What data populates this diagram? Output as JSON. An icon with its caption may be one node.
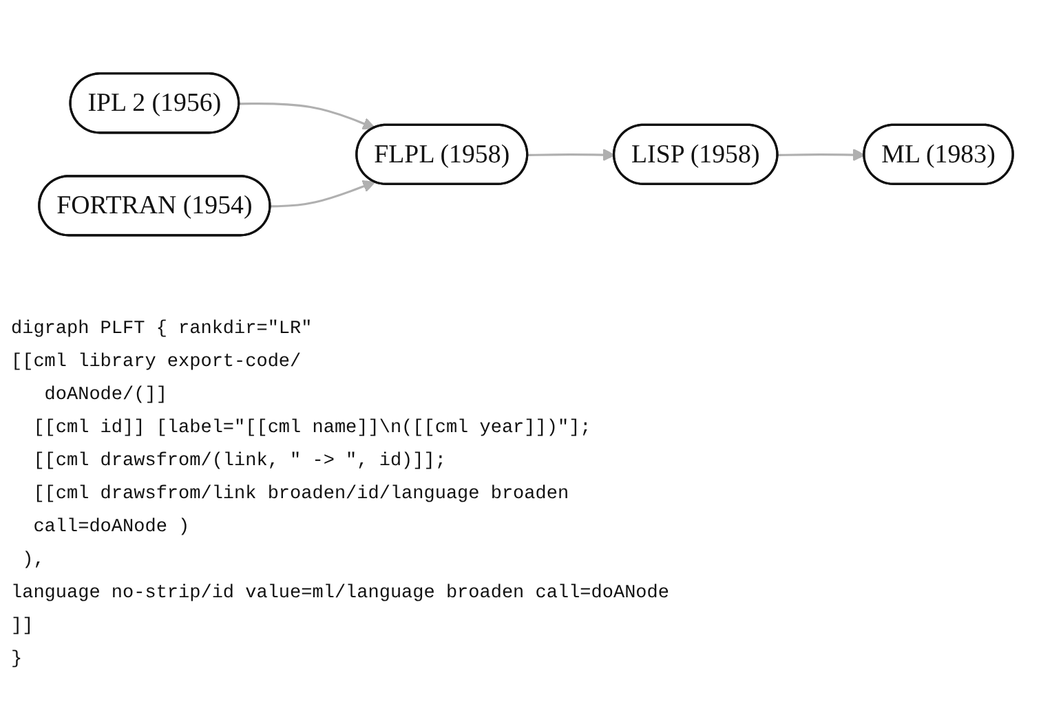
{
  "diagram": {
    "nodes": [
      {
        "text": [
          "IPL 2 (1956)"
        ]
      },
      {
        "text": [
          "FORTRAN (1954)"
        ]
      },
      {
        "text": [
          "FLPL (1958)"
        ]
      },
      {
        "text": [
          "LISP (1958)"
        ]
      },
      {
        "text": [
          "ML (1983)"
        ]
      }
    ],
    "edges": [
      {
        "from": 0,
        "to": 2,
        "arrow": "to"
      },
      {
        "from": 1,
        "to": 2,
        "arrow": "to"
      },
      {
        "from": 2,
        "to": 3,
        "arrow": "to"
      },
      {
        "from": 3,
        "to": 4,
        "arrow": "to"
      }
    ],
    "labels": [
      "digraph PLFT { rankdir=\"LR\"",
      "[[cml library export-code/",
      "   doANode/(]]",
      "  [[cml id]] [label=\"[[cml name]]\\n([[cml year]])\"];",
      "  [[cml drawsfrom/(link, \" -> \", id)]];",
      "  [[cml drawsfrom/link broaden/id/language broaden",
      "  call=doANode )",
      " ),",
      "language no-strip/id value=ml/language broaden call=doANode",
      "]]",
      "}"
    ]
  }
}
